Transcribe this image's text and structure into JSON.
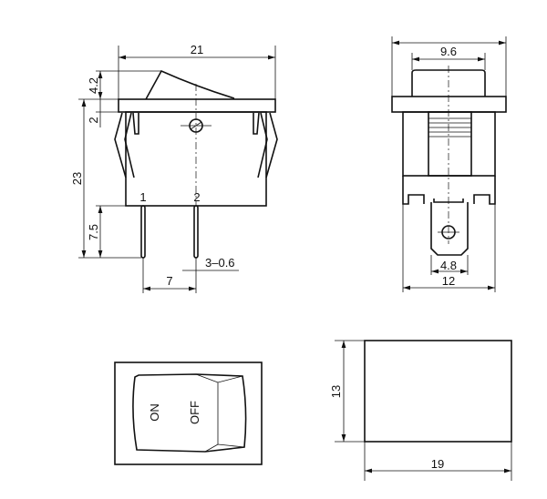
{
  "title": "Rocker switch dimension drawing",
  "colors": {
    "line": "#111111",
    "background": "#ffffff"
  },
  "side_view": {
    "width": "21",
    "rocker_height": "4.2",
    "flange_thickness": "2",
    "body_height": "23",
    "pin_length": "7.5",
    "pin_spacing": "7",
    "pin_size": "3–0.6",
    "pin_labels": [
      "1",
      "2"
    ]
  },
  "front_view": {
    "rocker_width": "9.6",
    "tab_width": "4.8",
    "body_width": "12"
  },
  "top_view": {
    "label_on": "ON",
    "label_off": "OFF"
  },
  "cutout_view": {
    "height": "13",
    "width": "19"
  }
}
